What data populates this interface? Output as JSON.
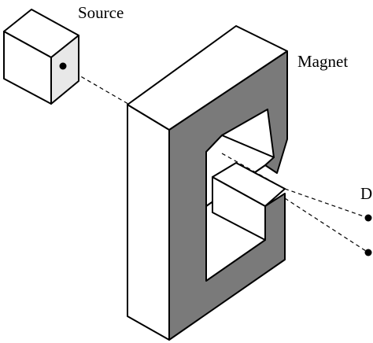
{
  "labels": {
    "source": "Source",
    "magnet": "Magnet",
    "detector": "D"
  },
  "colors": {
    "line": "#000000",
    "face_light": "#ffffff",
    "face_shaded": "#e8e8e8",
    "face_dark": "#7a7a7a"
  }
}
